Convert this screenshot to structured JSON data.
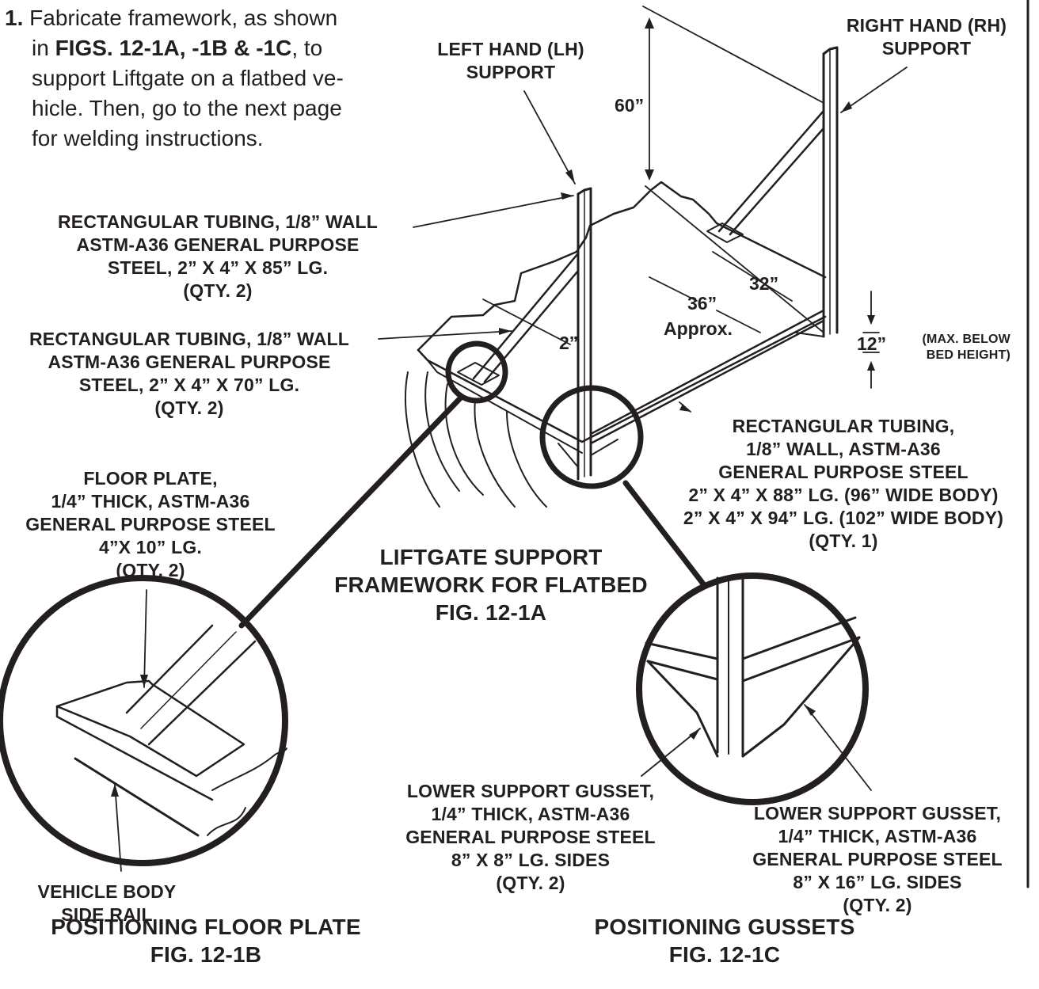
{
  "step": {
    "number": "1.",
    "lines": [
      {
        "pre": "Fabricate framework, as shown",
        "bold": "",
        "post": ""
      },
      {
        "pre": "in ",
        "bold": "FIGS. 12-1A, -1B & -1C",
        "post": ", to"
      },
      {
        "pre": "support Liftgate on a flatbed ve-",
        "bold": "",
        "post": ""
      },
      {
        "pre": "hicle. Then, go to the next page",
        "bold": "",
        "post": ""
      },
      {
        "pre": "for welding instructions.",
        "bold": "",
        "post": ""
      }
    ]
  },
  "labels": {
    "lh_support": [
      "LEFT HAND (LH)",
      "SUPPORT"
    ],
    "rh_support": [
      "RIGHT HAND (RH)",
      "SUPPORT"
    ],
    "tubing_85": [
      "RECTANGULAR TUBING, 1/8” WALL",
      "ASTM-A36 GENERAL PURPOSE",
      "STEEL, 2” X 4” X 85” LG.",
      "(QTY. 2)"
    ],
    "tubing_70": [
      "RECTANGULAR TUBING, 1/8” WALL",
      "ASTM-A36 GENERAL PURPOSE",
      "STEEL, 2” X 4” X 70” LG.",
      "(QTY. 2)"
    ],
    "tubing_cross": [
      "RECTANGULAR TUBING,",
      "1/8” WALL, ASTM-A36",
      "GENERAL PURPOSE STEEL",
      "2” X 4” X 88” LG. (96” WIDE BODY)",
      "2” X 4” X 94” LG. (102” WIDE BODY)",
      "(QTY. 1)"
    ],
    "floor_plate": [
      "FLOOR PLATE,",
      "1/4” THICK, ASTM-A36",
      "GENERAL PURPOSE STEEL",
      "4”X 10” LG.",
      "(QTY. 2)"
    ],
    "gusset_8x8": [
      "LOWER SUPPORT GUSSET,",
      "1/4” THICK, ASTM-A36",
      "GENERAL PURPOSE STEEL",
      "8” X 8” LG. SIDES",
      "(QTY. 2)"
    ],
    "gusset_8x16": [
      "LOWER SUPPORT GUSSET,",
      "1/4” THICK, ASTM-A36",
      "GENERAL PURPOSE STEEL",
      "8” X 16” LG. SIDES",
      "(QTY. 2)"
    ],
    "side_rail": [
      "VEHICLE BODY",
      "SIDE RAIL"
    ]
  },
  "dimensions": {
    "height": "60”",
    "depth": "32”",
    "approx_value": "36”",
    "approx_word": "Approx.",
    "offset": "2”",
    "below_value": "12”",
    "below_note": [
      "(MAX. BELOW",
      "BED HEIGHT)"
    ]
  },
  "figures": {
    "fig_a": [
      "LIFTGATE SUPPORT",
      "FRAMEWORK FOR FLATBED",
      "FIG. 12-1A"
    ],
    "fig_b": [
      "POSITIONING FLOOR PLATE",
      "FIG. 12-1B"
    ],
    "fig_c": [
      "POSITIONING GUSSETS",
      "FIG. 12-1C"
    ]
  },
  "colors": {
    "ink": "#231f20",
    "paper": "#ffffff"
  }
}
